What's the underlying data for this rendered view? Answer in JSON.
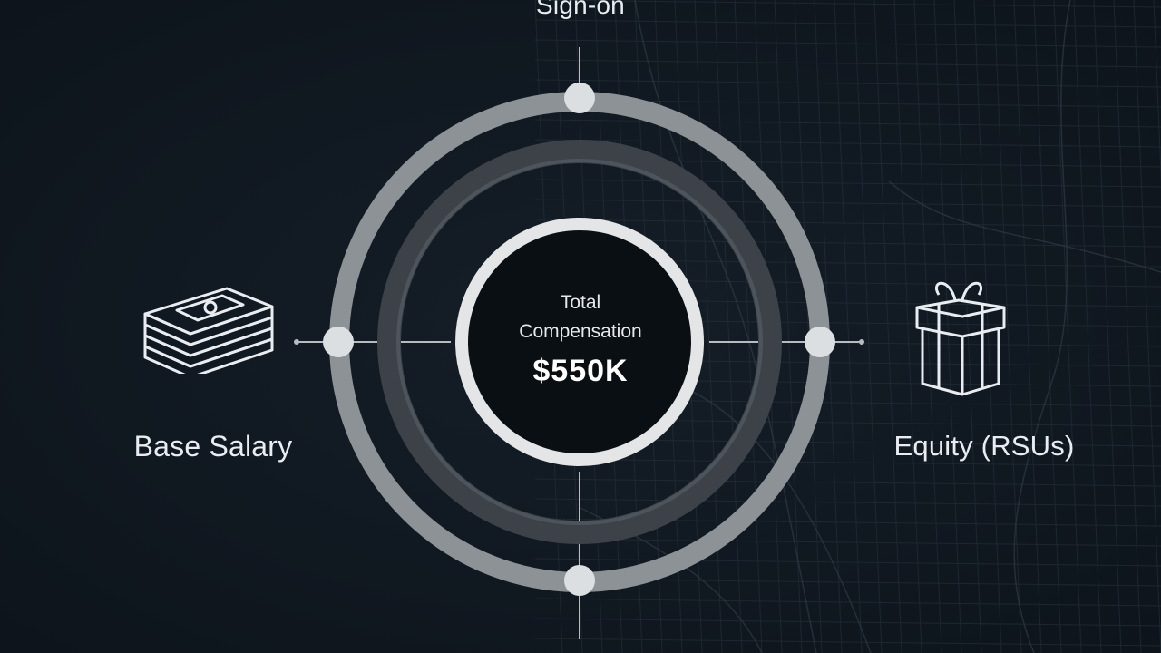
{
  "diagram": {
    "nodes": {
      "top": {
        "label": "Sign-on"
      },
      "left": {
        "label": "Base Salary",
        "icon": "money-stack-icon"
      },
      "right": {
        "label": "Equity (RSUs)",
        "icon": "gift-box-icon"
      },
      "bottom": {
        "label": ""
      }
    },
    "center": {
      "title_line1": "Total",
      "title_line2": "Compensation",
      "value": "$550K"
    }
  },
  "colors": {
    "background": "#0f1720",
    "ring_outer": "#8d9296",
    "ring_inner": "#e3e5e7",
    "connector": "#b8bcbf",
    "node_dot": "#dcdfe1",
    "text": "#e9edf1"
  }
}
